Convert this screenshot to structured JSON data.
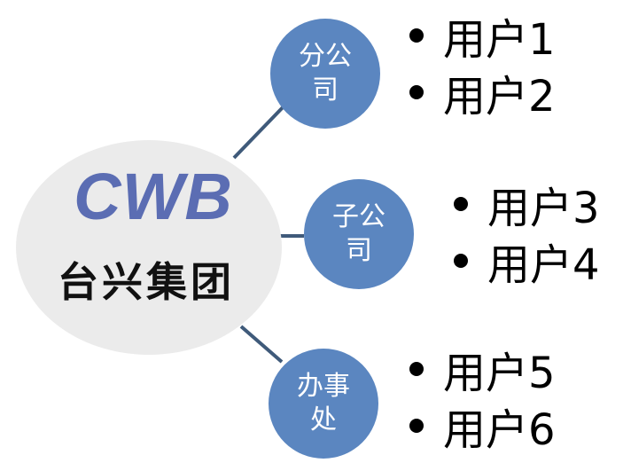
{
  "logo": {
    "title": "CWB",
    "subtitle": "台兴集团",
    "colors": {
      "title": "#5b6db3",
      "subtitle": "#111111",
      "background": "#ebebeb"
    }
  },
  "nodes": [
    {
      "label": "分公司",
      "users": [
        "用户1",
        "用户2"
      ]
    },
    {
      "label": "子公司",
      "users": [
        "用户3",
        "用户4"
      ]
    },
    {
      "label": "办事处",
      "users": [
        "用户5",
        "用户6"
      ]
    }
  ],
  "colors": {
    "node": "#5b86c0",
    "connector": "#3f5a7a",
    "text": "#000000"
  }
}
